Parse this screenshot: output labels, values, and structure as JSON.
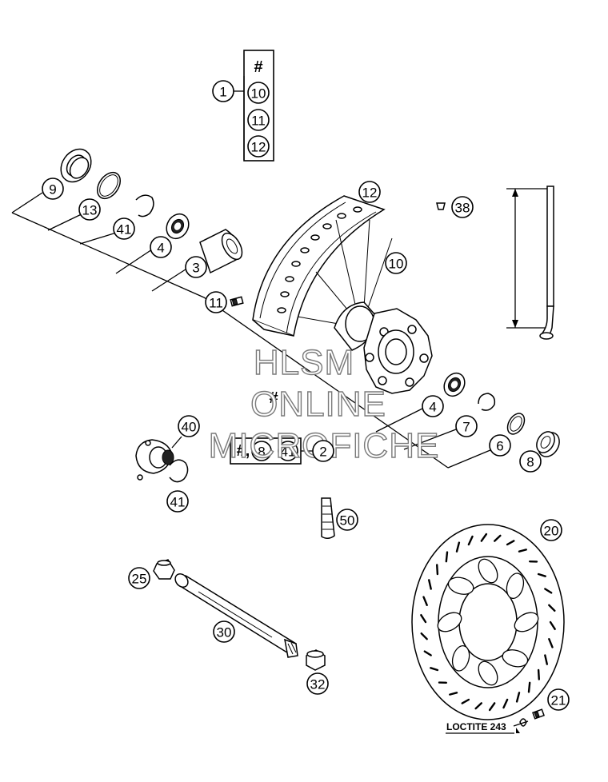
{
  "watermark": {
    "line1": "HLSM",
    "line2": "ONLINE",
    "line3": "MICROFICHE"
  },
  "set_box": {
    "hash": "#",
    "items": [
      "10",
      "11",
      "12"
    ],
    "callout": "1"
  },
  "callouts": {
    "c9": "9",
    "c13": "13",
    "c41a": "41",
    "c4a": "4",
    "c3": "3",
    "c11": "11",
    "c12": "12",
    "c10": "10",
    "c38": "38",
    "c4b": "4",
    "c7": "7",
    "c6": "6",
    "c8": "8",
    "c40": "40",
    "c41b": "41",
    "c2": "2",
    "c50": "50",
    "c20": "20",
    "c25": "25",
    "c30": "30",
    "c32": "32",
    "c21": "21"
  },
  "hub_hash": "#",
  "kit_box": {
    "hash": "#,",
    "items": [
      "8",
      "41"
    ]
  },
  "loctite_label": "LOCTITE 243",
  "icons": [
    "wheel-rim-icon",
    "hub-icon",
    "spoke-icon",
    "bearing-icon",
    "seal-ring-icon",
    "brake-disc-icon",
    "axle-icon",
    "bolt-icon"
  ]
}
